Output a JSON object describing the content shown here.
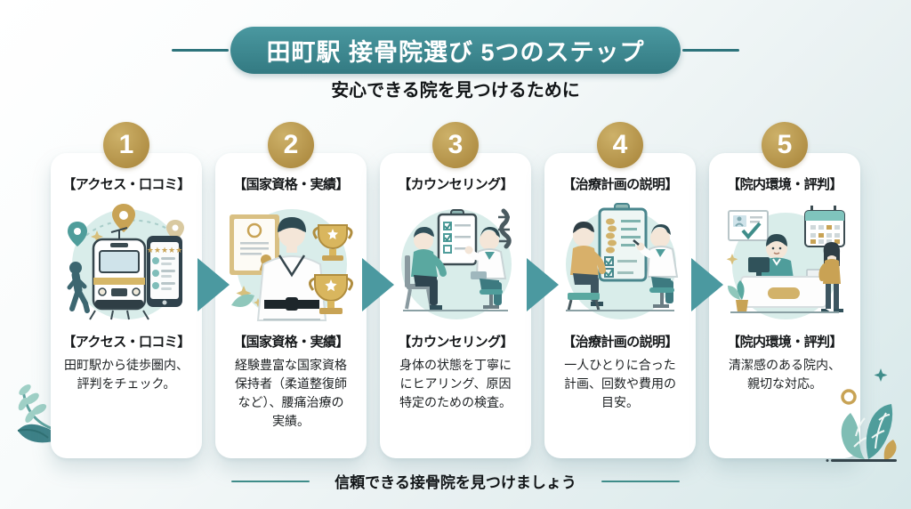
{
  "colors": {
    "accent_teal": "#3a8a92",
    "arrow_teal": "#4b99a0",
    "number_gold": "#b6984d",
    "card_bg": "#ffffff",
    "illustration_bg": "#d9edea",
    "text": "#15181a"
  },
  "header": {
    "title": "田町駅 接骨院選び 5つのステップ",
    "subtitle": "安心できる院を見つけるために"
  },
  "steps": [
    {
      "number": "1",
      "title": "【アクセス・口コミ】",
      "description": "田町駅から徒歩圏内、\n評判をチェック。",
      "illustration": "train-station-phone-reviews"
    },
    {
      "number": "2",
      "title": "【国家資格・実績】",
      "description": "経験豊富な国家資格\n保持者（柔道整復師\nなど）、腰痛治療の\n実績。",
      "illustration": "practitioner-certificate-trophies"
    },
    {
      "number": "3",
      "title": "【カウンセリング】",
      "description": "身体の状態を丁寧に\nにヒアリング、原因\n特定のための検査。",
      "illustration": "counseling-doctor-patient"
    },
    {
      "number": "4",
      "title": "【治療計画の説明】",
      "description": "一人ひとりに合った\n計画、回数や費用の\n目安。",
      "illustration": "treatment-plan-chart"
    },
    {
      "number": "5",
      "title": "【院内環境・評判】",
      "description": "清潔感のある院内、\n親切な対応。",
      "illustration": "clinic-reception-desk"
    }
  ],
  "footer": {
    "message": "信頼できる接骨院を見つけましょう"
  },
  "icons": {
    "step_arrow": "right-triangle",
    "decor_left": "leaf-cluster",
    "decor_right": "leaf-cluster-sparkle"
  }
}
